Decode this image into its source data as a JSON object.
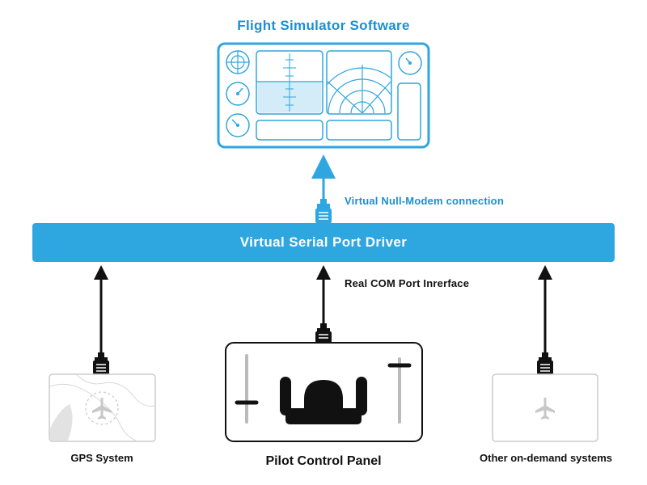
{
  "title": "Flight Simulator Software",
  "driver_label": "Virtual Serial Port Driver",
  "virtual_connection_label": "Virtual Null-Modem connection",
  "real_interface_label": "Real COM Port Inrerface",
  "devices": {
    "gps": {
      "label": "GPS System"
    },
    "pilot": {
      "label": "Pilot Control Panel"
    },
    "other": {
      "label": "Other on-demand systems"
    }
  },
  "colors": {
    "accent": "#2ea6e0",
    "accent_text": "#1b8fd0",
    "dark": "#111111",
    "muted": "#c8c8c8",
    "panel_fill": "#d4ecf8"
  },
  "icons": {
    "connector": "serial-connector-icon",
    "airplane": "airplane-icon",
    "yoke": "control-yoke-icon"
  }
}
